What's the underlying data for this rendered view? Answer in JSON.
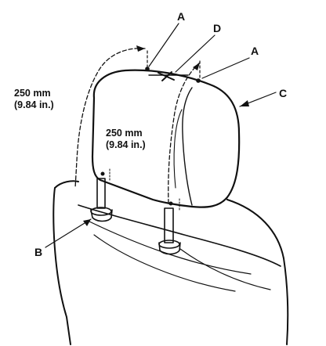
{
  "callouts": {
    "a_left": "A",
    "d": "D",
    "a_right": "A",
    "c": "C",
    "b": "B"
  },
  "dimensions": {
    "outer_mm": "250 mm",
    "outer_in": "(9.84 in.)",
    "inner_mm": "250 mm",
    "inner_in": "(9.84 in.)"
  }
}
